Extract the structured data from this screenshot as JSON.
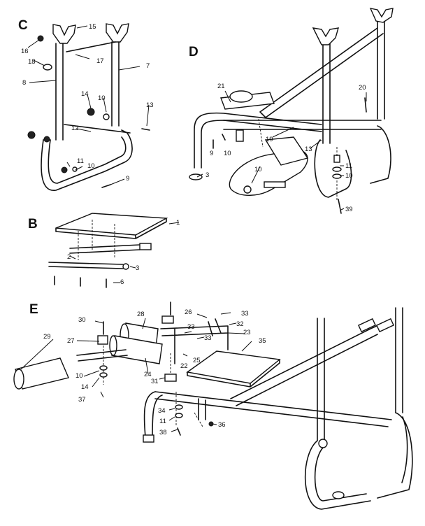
{
  "sections": {
    "C": {
      "label": "C",
      "callouts": [
        "15",
        "16",
        "18",
        "17",
        "7",
        "8",
        "14",
        "10",
        "13",
        "12",
        "11",
        "10",
        "9"
      ]
    },
    "D": {
      "label": "D",
      "callouts": [
        "21",
        "20",
        "9",
        "10",
        "19",
        "13",
        "11",
        "10",
        "10",
        "3",
        "39"
      ]
    },
    "B": {
      "label": "B",
      "callouts": [
        "1",
        "2",
        "3",
        "6"
      ]
    },
    "E": {
      "label": "E",
      "callouts": [
        "26",
        "33",
        "28",
        "32",
        "30",
        "33",
        "23",
        "29",
        "27",
        "33",
        "24",
        "25",
        "35",
        "22",
        "10",
        "14",
        "31",
        "37",
        "34",
        "11",
        "36",
        "38"
      ]
    }
  }
}
